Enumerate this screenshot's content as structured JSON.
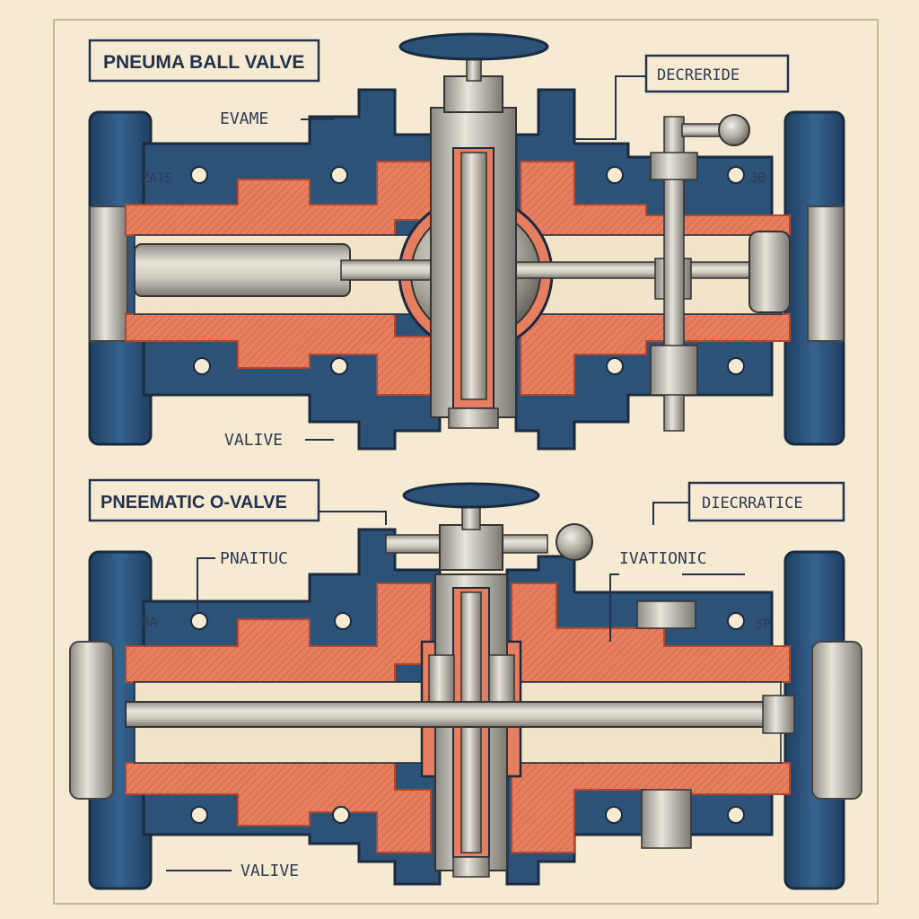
{
  "colors": {
    "background": "#f6ead3",
    "navy_body": "#2c5278",
    "copper_channel": "#e67f5f",
    "steel": "#c9c4b8",
    "ink": "#23334d"
  },
  "top_diagram": {
    "title": "PNEUMA BALL VALVE",
    "callout_right": "DECRERIDE",
    "label_upper_left": "EVAME",
    "label_lower_left": "VALIVE",
    "flange_mark_left": "ZATS",
    "flange_mark_right": "3B"
  },
  "bottom_diagram": {
    "title": "PNEEMATIC O-VALVE",
    "callout_right": "DIECRRATICE",
    "label_upper_left": "PNAITUC",
    "label_upper_right": "IVATIONIC",
    "label_lower_left": "VALIVE",
    "flange_mark_left": "BA",
    "flange_mark_right": "SP"
  }
}
